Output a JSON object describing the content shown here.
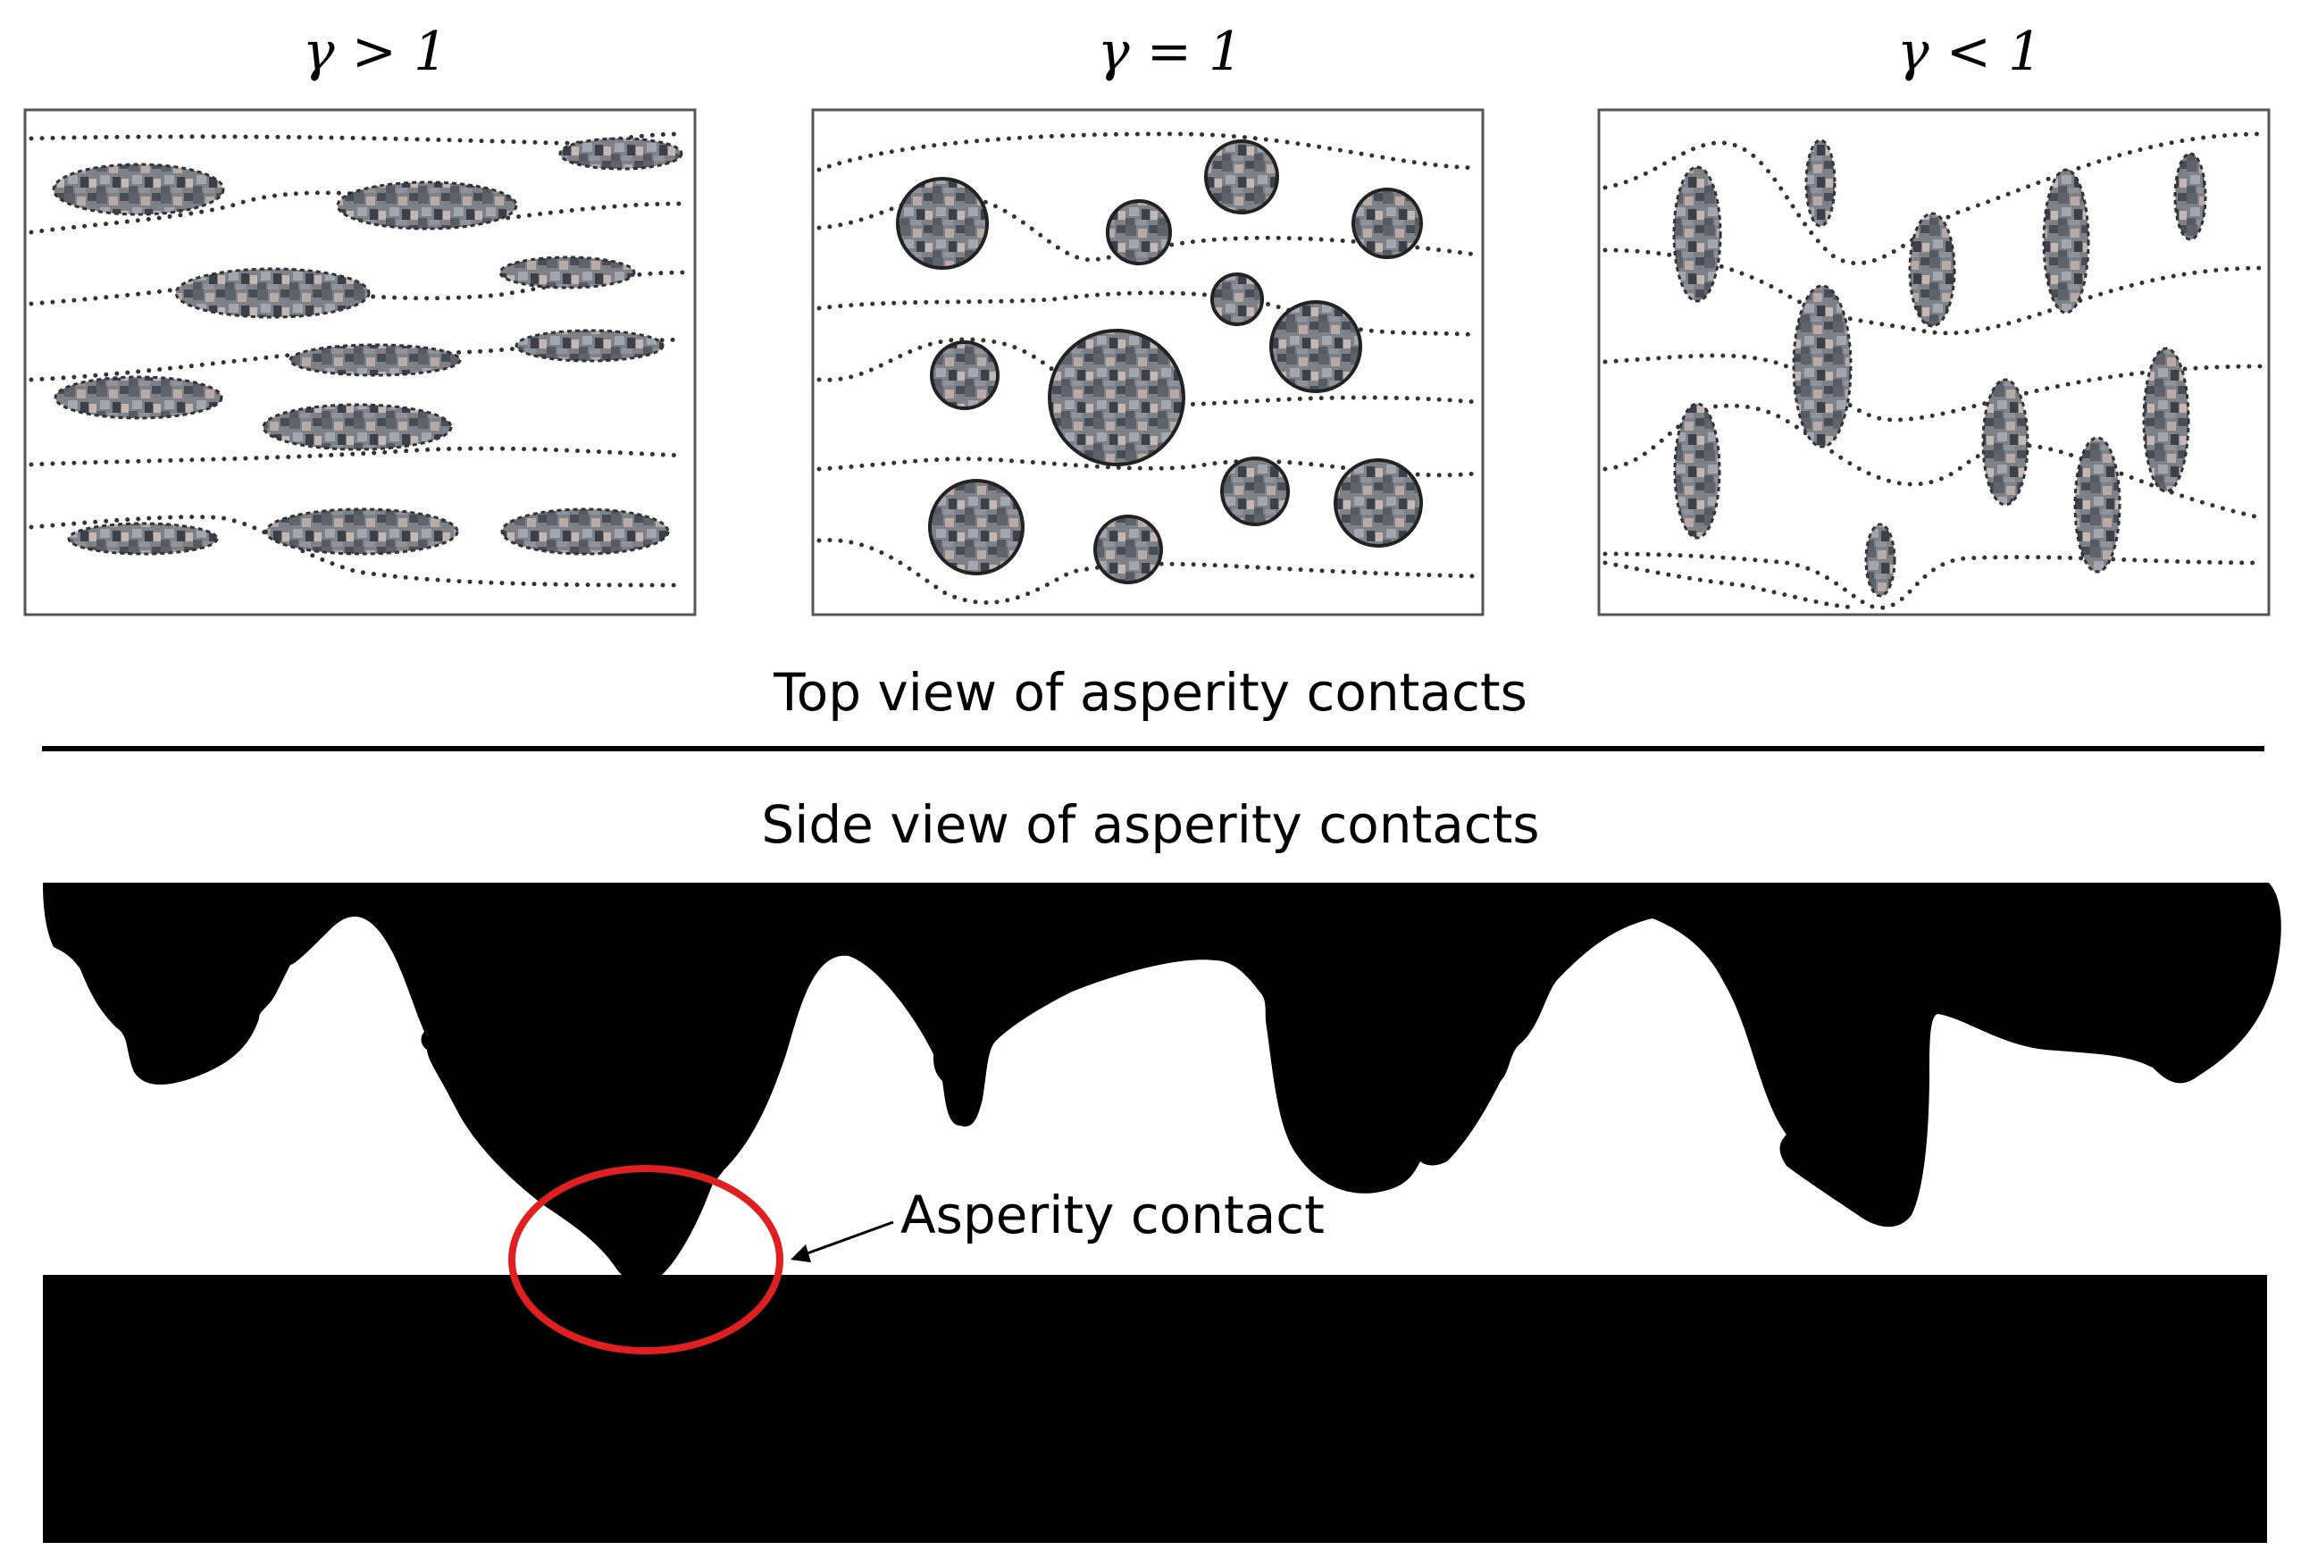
{
  "panels": [
    {
      "label": "γ > 1",
      "shape": "horizontally elongated ellipses"
    },
    {
      "label": "γ = 1",
      "shape": "circles"
    },
    {
      "label": "γ < 1",
      "shape": "vertically elongated ellipses"
    }
  ],
  "top_title": "Top view of asperity contacts",
  "side_title": "Side view of asperity contacts",
  "annotation": "Asperity contact",
  "colors": {
    "ink": "#000000",
    "highlight": "#e02020",
    "contact_fill": "#7d8188",
    "contact_speckle": "#b9aaa6"
  }
}
